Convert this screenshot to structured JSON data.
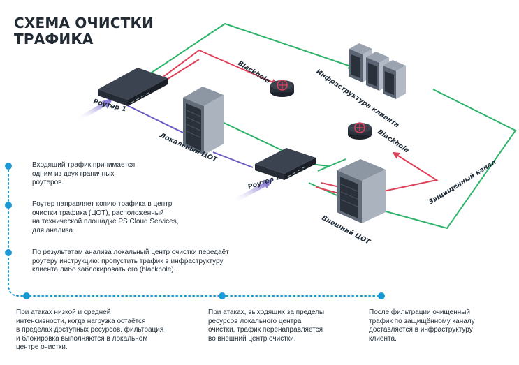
{
  "title": [
    "СХЕМА ОЧИСТКИ",
    "ТРАФИКА"
  ],
  "labels": {
    "router1": "Роутер 1",
    "router2": "Роутер 2",
    "local_dc": "Локальный ЦОТ",
    "external_dc": "Внешний ЦОТ",
    "blackhole_top": "Blackhole",
    "blackhole_right": "Blackhole",
    "client_infra": "Инфраструктура клиента",
    "secure_channel": "Защищенный канал"
  },
  "steps_vertical": [
    "Входящий трафик принимается\nодним из двух граничных\nроутеров.",
    "Роутер направляет копию трафика в центр\nочистки трафика (ЦОТ), расположенный\nна технической площадке PS Cloud Services,\nдля анализа.",
    "По результатам анализа локальный центр очистки передаёт\nроутеру инструкцию: пропустить трафик в инфраструктуру\nклиента либо заблокировать его (blackhole)."
  ],
  "steps_horizontal": [
    "При атаках низкой и средней\nинтенсивности, когда нагрузка остаётся\nв пределах доступных ресурсов, фильтрация\nи блокировка выполняются в локальном\nцентре очистки.",
    "При атаках, выходящих за пределы\nресурсов локального центра\nочистки, трафик перенаправляется\nво внешний центр очистки.",
    "После фильтрации очищенный\nтрафик по защищённому каналу\nдоставляется в инфраструктуру\nклиента."
  ],
  "colors": {
    "accent": "#1b9ad6",
    "clean_traffic": "#2db36a",
    "blocked_traffic": "#e0405a",
    "incoming": "#8e7fd6",
    "control": "#6a5bc4"
  }
}
